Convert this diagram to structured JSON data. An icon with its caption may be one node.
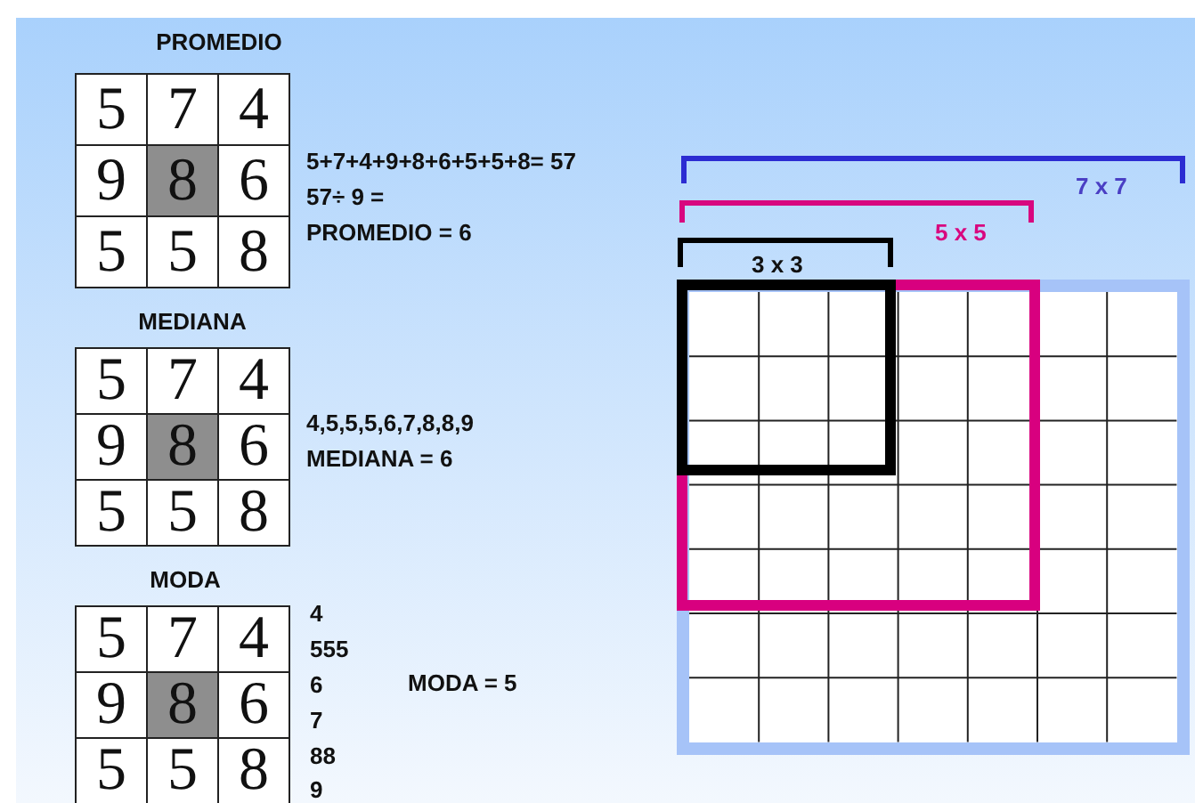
{
  "diagram": {
    "labels": [
      "PROMEDIO",
      "5",
      "7",
      "4",
      "9",
      "8",
      "6",
      "5",
      "5",
      "8",
      "5+7+4+9+8+6+5+5+8= 57",
      "57÷ 9 =",
      "PROMEDIO = 6",
      "MEDIANA",
      "5",
      "7",
      "4",
      "9",
      "8",
      "6",
      "5",
      "5",
      "8",
      "4,5,5,5,6,7,8,8,9",
      "MEDIANA = 6",
      "MODA",
      "5",
      "7",
      "4",
      "9",
      "8",
      "6",
      "5",
      "5",
      "8",
      "4",
      "555",
      "6",
      "7",
      "88",
      "9",
      "MODA = 5",
      "7 x 7",
      "5 x 5",
      "3 x 3"
    ]
  }
}
